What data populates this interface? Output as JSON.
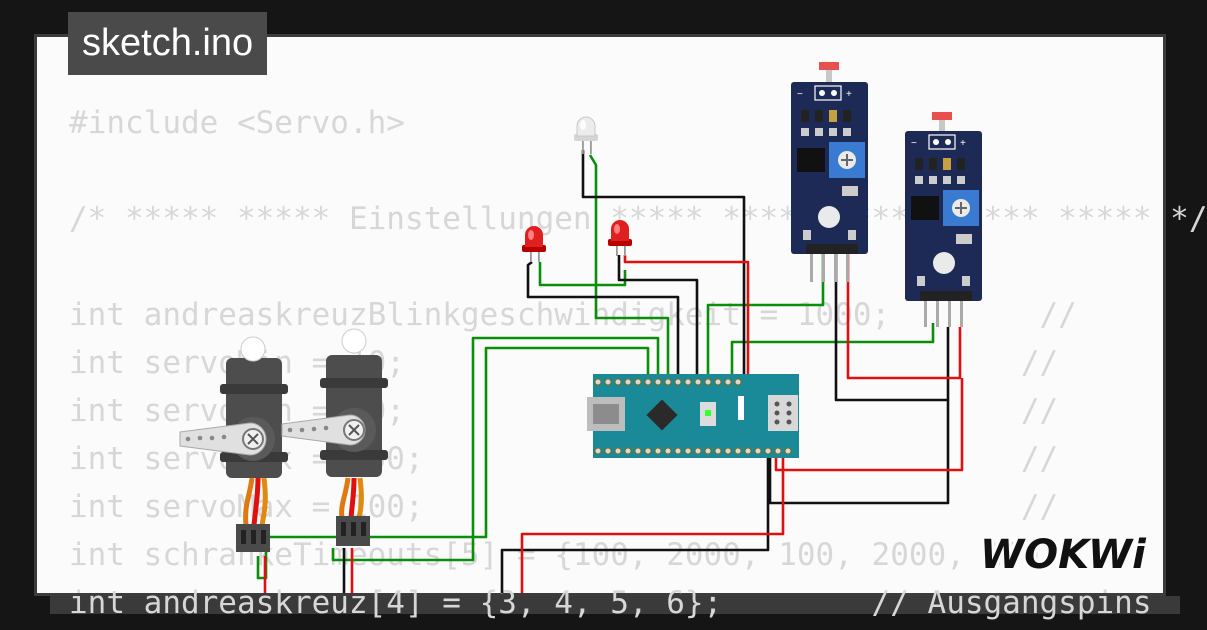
{
  "title": "sketch.ino",
  "code_lines": [
    "#include <Servo.h>",
    "",
    "/* ***** ***** Einstellungen ***** ***** ***** ***** ***** */",
    "",
    "int andreaskreuzBlinkgeschwindigkeit = 1000;        //",
    "int servoMin = 10;                                 //",
    "int servoMin = 10;                                 //",
    "int servoMax = 100;                                //",
    "int servoMax = 100;                                //",
    "int schrankeTimeouts[5] = {100, 2000, 100, 2000, 100};",
    "int andreaskreuz[4] = {3, 4, 5, 6};        // Ausgangspins"
  ],
  "logo_text": "WOKWi",
  "colors": {
    "background": "#151515",
    "canvas": "#fbfbfb",
    "code_text": "#d7d7d7",
    "wire_green": "#0a8f0a",
    "wire_red": "#e01010",
    "wire_black": "#111111",
    "arduino_blue": "#1a8a99",
    "sensor_board": "#1d2a55",
    "servo_body": "#4d4d4d"
  },
  "components": {
    "arduino": "arduino-nano",
    "servos": [
      "servo-1",
      "servo-2"
    ],
    "leds": [
      "led-white",
      "led-red-1",
      "led-red-2"
    ],
    "sensors": [
      "light-sensor-1",
      "light-sensor-2"
    ]
  }
}
